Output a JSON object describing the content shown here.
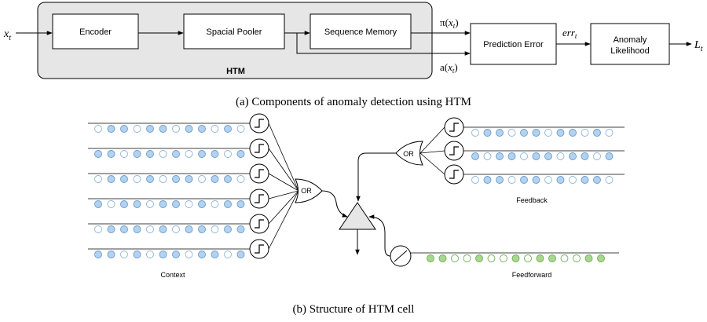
{
  "panel_a": {
    "input": {
      "base": "x",
      "sub": "t"
    },
    "htm_label": "HTM",
    "boxes": {
      "encoder": "Encoder",
      "spacial_pooler": "Spacial Pooler",
      "sequence_memory": "Sequence Memory",
      "prediction_error": "Prediction Error",
      "anomaly_likelihood": [
        "Anomaly",
        "Likelihood"
      ]
    },
    "signals": {
      "pi": {
        "pre": "π(",
        "base": "x",
        "sub": "t",
        "post": ")"
      },
      "a": {
        "pre": "a(",
        "base": "x",
        "sub": "t",
        "post": ")"
      },
      "err": {
        "base": "err",
        "sub": "t"
      },
      "output": {
        "base": "L",
        "sub": "t"
      }
    },
    "caption": "(a) Components of anomaly detection using HTM"
  },
  "panel_b": {
    "or_label": "OR",
    "context_label": "Context",
    "feedback_label": "Feedback",
    "feedforward_label": "Feedforward",
    "caption": "(b) Structure of HTM cell",
    "context_patterns": [
      [
        0,
        1,
        1,
        0,
        1,
        1,
        0,
        1,
        1,
        0,
        1,
        0
      ],
      [
        1,
        1,
        0,
        1,
        1,
        0,
        1,
        0,
        1,
        1,
        0,
        1
      ],
      [
        0,
        1,
        1,
        0,
        1,
        0,
        1,
        1,
        0,
        1,
        1,
        0
      ],
      [
        1,
        0,
        1,
        1,
        0,
        1,
        1,
        0,
        1,
        0,
        1,
        1
      ],
      [
        0,
        1,
        1,
        1,
        0,
        1,
        0,
        1,
        1,
        0,
        1,
        1
      ],
      [
        1,
        1,
        0,
        1,
        0,
        1,
        1,
        0,
        1,
        1,
        0,
        1
      ]
    ],
    "feedback_patterns": [
      [
        0,
        1,
        1,
        0,
        1,
        1,
        0,
        1,
        1,
        0,
        1,
        0
      ],
      [
        1,
        0,
        1,
        1,
        0,
        1,
        1,
        0,
        1,
        1,
        0,
        1
      ],
      [
        0,
        1,
        1,
        0,
        1,
        1,
        0,
        1,
        0,
        1,
        1,
        0
      ]
    ],
    "feedforward_pattern": [
      1,
      1,
      0,
      0,
      1,
      0,
      0,
      1,
      0,
      1,
      1,
      0,
      0,
      1,
      1
    ],
    "colors": {
      "context_on": "#b3d2f0",
      "context_on_stroke": "#6b9ccc",
      "feedforward_on": "#a8d890",
      "feedforward_on_stroke": "#6eae52",
      "off_stroke": "#8fb4d8",
      "htm_box": "#e6e6e6"
    }
  }
}
